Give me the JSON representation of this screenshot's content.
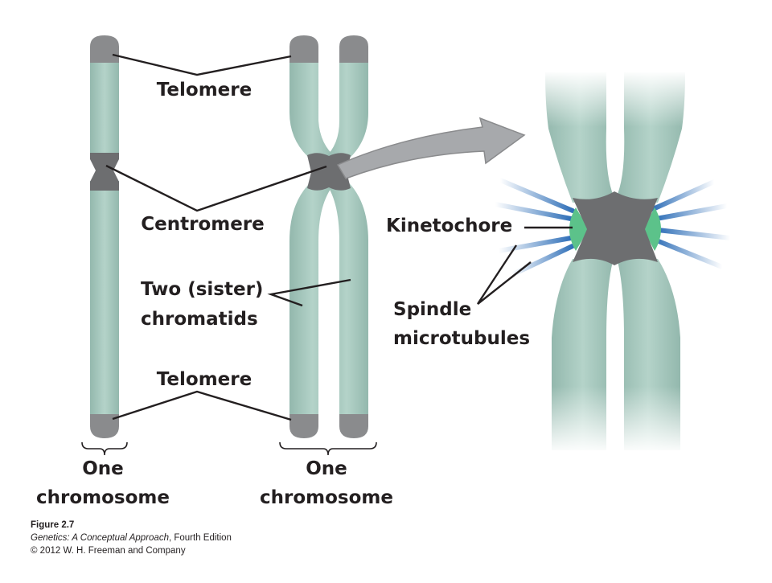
{
  "labels": {
    "telomere_top": "Telomere",
    "centromere": "Centromere",
    "chromatids_line1": "Two (sister)",
    "chromatids_line2": "chromatids",
    "telomere_bottom": "Telomere",
    "kinetochore": "Kinetochore",
    "spindle_line1": "Spindle",
    "spindle_line2": "microtubules",
    "left_caption_line1": "One",
    "left_caption_line2": "chromosome",
    "right_caption_line1": "One",
    "right_caption_line2": "chromosome"
  },
  "caption": {
    "figure": "Figure 2.7",
    "book_title": "Genetics: A Conceptual Approach",
    "book_edition": ", Fourth Edition",
    "copyright": "© 2012 W. H. Freeman and Company"
  },
  "colors": {
    "chromatid": "#a8c9bf",
    "chromatid_edge": "#8fb5a9",
    "telomere": "#8a8b8d",
    "centromere": "#6d6e70",
    "kinetochore": "#5cc28a",
    "microtubule": "#2f6fb8",
    "arrow": "#a7a9ac",
    "line": "#231f20"
  }
}
